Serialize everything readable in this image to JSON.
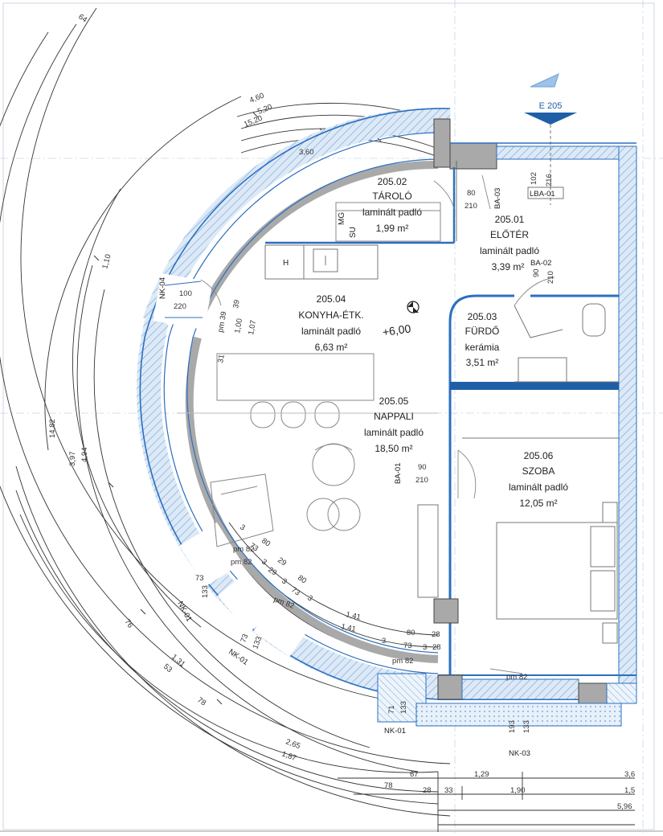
{
  "section_marker": "E 205",
  "elevation_mark": "+6,00",
  "rooms": [
    {
      "id": "205.02",
      "name": "TÁROLÓ",
      "floor": "laminált padló",
      "area": "1,99 m²"
    },
    {
      "id": "205.01",
      "name": "ELŐTÉR",
      "floor": "laminált padló",
      "area": "3,39 m²"
    },
    {
      "id": "205.04",
      "name": "KONYHA-ÉTK.",
      "floor": "laminált padló",
      "area": "6,63 m²"
    },
    {
      "id": "205.03",
      "name": "FÜRDŐ",
      "floor": "kerámia",
      "area": "3,51 m²"
    },
    {
      "id": "205.05",
      "name": "NAPPALI",
      "floor": "laminált padló",
      "area": "18,50 m²"
    },
    {
      "id": "205.06",
      "name": "SZOBA",
      "floor": "laminált padló",
      "area": "12,05 m²"
    }
  ],
  "equipment": {
    "mg": "MG",
    "su": "SU",
    "hob": "H"
  },
  "tags": {
    "nk01": "NK-01",
    "nk03": "NK-03",
    "nk04": "NK-04",
    "ba01": "BA-01",
    "ba02": "BA-02",
    "ba03": "BA-03",
    "lba01": "LBA-01"
  },
  "dims": {
    "d460": "4,60",
    "d520": "5,20",
    "d1520": "15,20",
    "d360": "3,60",
    "d110": "1,10",
    "d1482": "14,82",
    "d397": "3,97",
    "d494": "4,94",
    "d80": "80",
    "d210": "210",
    "d102": "102",
    "d216": "216",
    "d90": "90",
    "d100": "100",
    "d220": "220",
    "pm39": "pm 39",
    "d39": "39",
    "d31": "31",
    "d100m": "1,00",
    "d107": "1,07",
    "d3": "3",
    "d73": "73",
    "d29": "29",
    "d28": "28",
    "d133": "133",
    "pm82": "pm 82",
    "d141": "1,41",
    "d76": "76",
    "d131": "1,31",
    "d53": "53",
    "d78": "78",
    "d265": "2,65",
    "d187": "1,87",
    "d67": "67",
    "d129": "1,29",
    "d33": "33",
    "d190": "1,90",
    "d36": "3,6",
    "d15": "1,5",
    "d596": "5,96",
    "d193": "193",
    "d71": "71",
    "d64": "64"
  },
  "colors": {
    "wall_blue": "#2b6fc0",
    "hatch_blue": "#7fb0e0",
    "concrete": "#a9a9a9",
    "line": "#444444"
  }
}
